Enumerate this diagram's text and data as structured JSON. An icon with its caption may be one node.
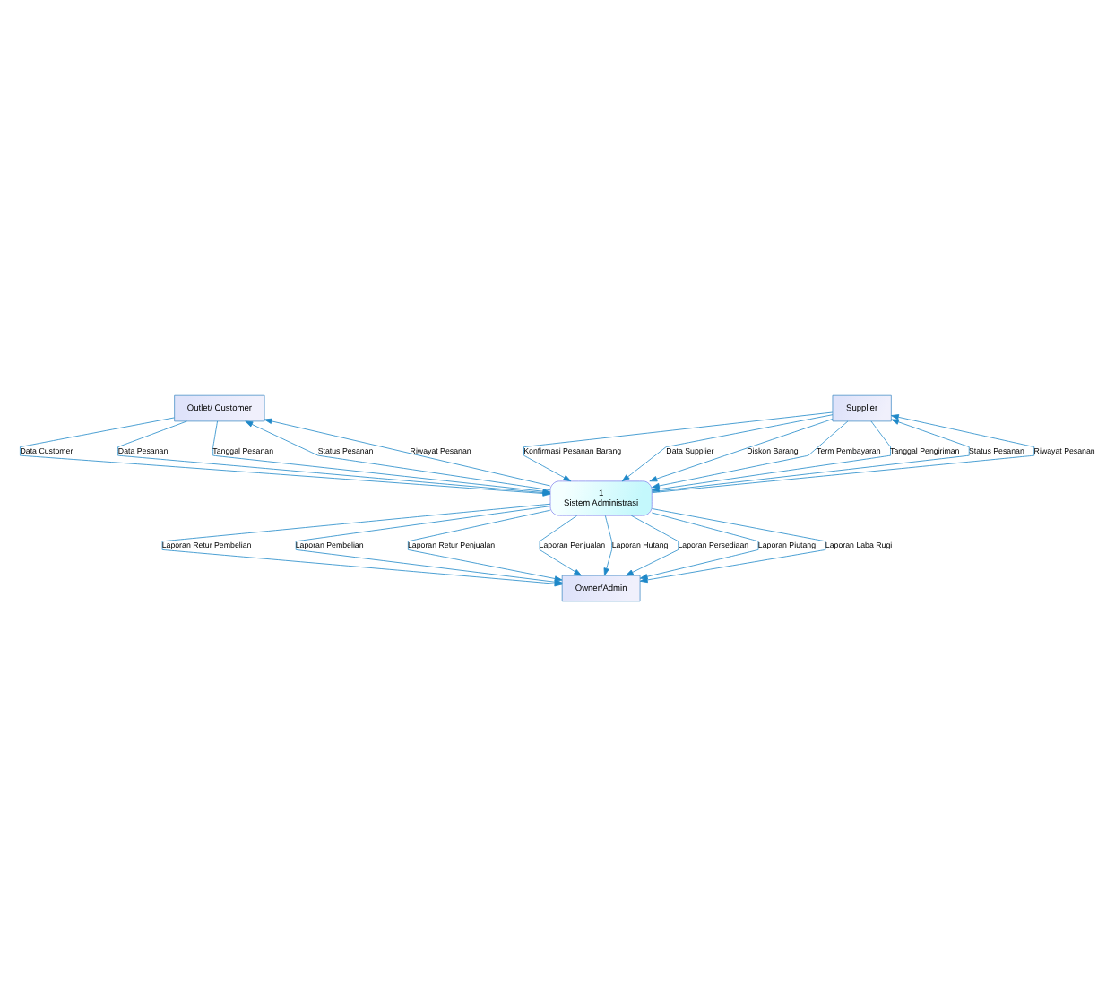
{
  "diagram": {
    "nodes": [
      {
        "text": [
          "Outlet/ Customer"
        ]
      },
      {
        "text": [
          "Supplier"
        ]
      },
      {
        "text": [
          "1",
          "Sistem Administrasi"
        ]
      },
      {
        "text": [
          "Owner/Admin"
        ]
      }
    ],
    "edges": [
      {
        "from": 1,
        "to": 2,
        "arrow": "to",
        "label": "Konfirmasi Pesanan Barang"
      },
      {
        "from": 1,
        "to": 2,
        "arrow": "to",
        "label": "Data Supplier"
      },
      {
        "from": 1,
        "to": 2,
        "arrow": "to",
        "label": "Diskon Barang"
      },
      {
        "from": 1,
        "to": 2,
        "arrow": "to",
        "label": "Term Pembayaran"
      },
      {
        "from": 1,
        "to": 2,
        "arrow": "to",
        "label": "Tanggal Pengiriman"
      },
      {
        "from": 0,
        "to": 2,
        "arrow": "to",
        "label": "Data Customer"
      },
      {
        "from": 0,
        "to": 2,
        "arrow": "to",
        "label": "Data Pesanan"
      },
      {
        "from": 0,
        "to": 2,
        "arrow": "to",
        "label": "Tanggal Pesanan"
      },
      {
        "from": 2,
        "to": 0,
        "arrow": "to",
        "label": "Status Pesanan"
      },
      {
        "from": 2,
        "to": 0,
        "arrow": "to",
        "label": "Riwayat Pesanan"
      },
      {
        "from": 2,
        "to": 1,
        "arrow": "to",
        "label": "Status Pesanan"
      },
      {
        "from": 2,
        "to": 1,
        "arrow": "to",
        "label": "Riwayat Pesanan"
      },
      {
        "from": 2,
        "to": 3,
        "arrow": "to",
        "label": "Laporan Retur Pembelian"
      },
      {
        "from": 2,
        "to": 3,
        "arrow": "to",
        "label": "Laporan Pembelian"
      },
      {
        "from": 2,
        "to": 3,
        "arrow": "to",
        "label": "Laporan Retur Penjualan"
      },
      {
        "from": 2,
        "to": 3,
        "arrow": "to",
        "label": "Laporan Penjualan"
      },
      {
        "from": 2,
        "to": 3,
        "arrow": "to",
        "label": "Laporan Hutang"
      },
      {
        "from": 2,
        "to": 3,
        "arrow": "to",
        "label": "Laporan Persediaan"
      },
      {
        "from": 2,
        "to": 3,
        "arrow": "to",
        "label": "Laporan Piutang"
      },
      {
        "from": 2,
        "to": 3,
        "arrow": "to",
        "label": "Laporan Laba Rugi"
      }
    ]
  }
}
